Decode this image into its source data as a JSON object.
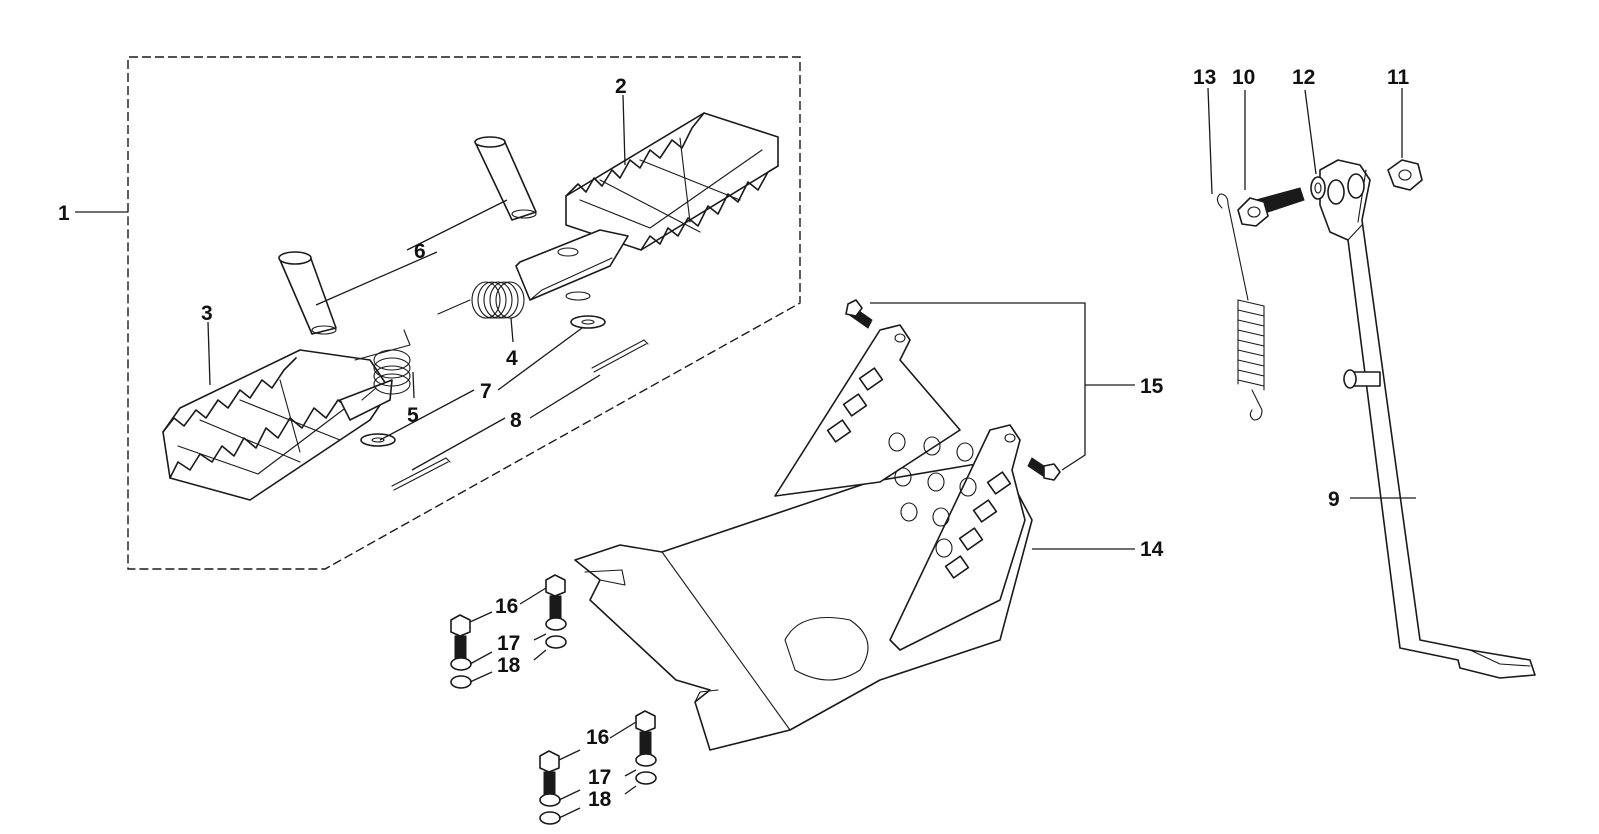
{
  "callouts": {
    "c1": "1",
    "c2": "2",
    "c3": "3",
    "c4": "4",
    "c5": "5",
    "c6": "6",
    "c7": "7",
    "c8": "8",
    "c9": "9",
    "c10": "10",
    "c11": "11",
    "c12": "12",
    "c13": "13",
    "c14": "14",
    "c15": "15",
    "c16a": "16",
    "c16b": "16",
    "c17a": "17",
    "c17b": "17",
    "c18a": "18",
    "c18b": "18"
  },
  "colors": {
    "ink": "#1a1a1a",
    "background": "#ffffff"
  }
}
